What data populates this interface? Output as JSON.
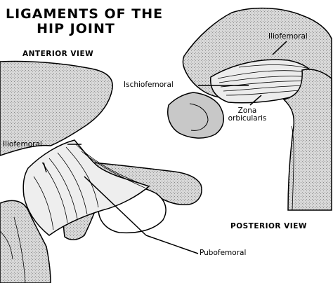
{
  "title": {
    "line1": "LIGAMENTS OF THE",
    "line2": "HIP JOINT"
  },
  "views": {
    "anterior": "ANTERIOR VIEW",
    "posterior": "POSTERIOR VIEW"
  },
  "labels": {
    "iliofemoral_posterior": "Iliofemoral",
    "ischiofemoral": "Ischiofemoral",
    "zona_orbicularis_line1": "Zona",
    "zona_orbicularis_line2": "orbicularis",
    "iliofemoral_anterior": "Iliofemoral",
    "pubofemoral": "Pubofemoral"
  },
  "colors": {
    "bone_fill": "#d4d4d4",
    "bone_shade": "#a6a6a6",
    "ligament_fill": "#eeeeee",
    "outline": "#000000",
    "background": "#ffffff"
  }
}
